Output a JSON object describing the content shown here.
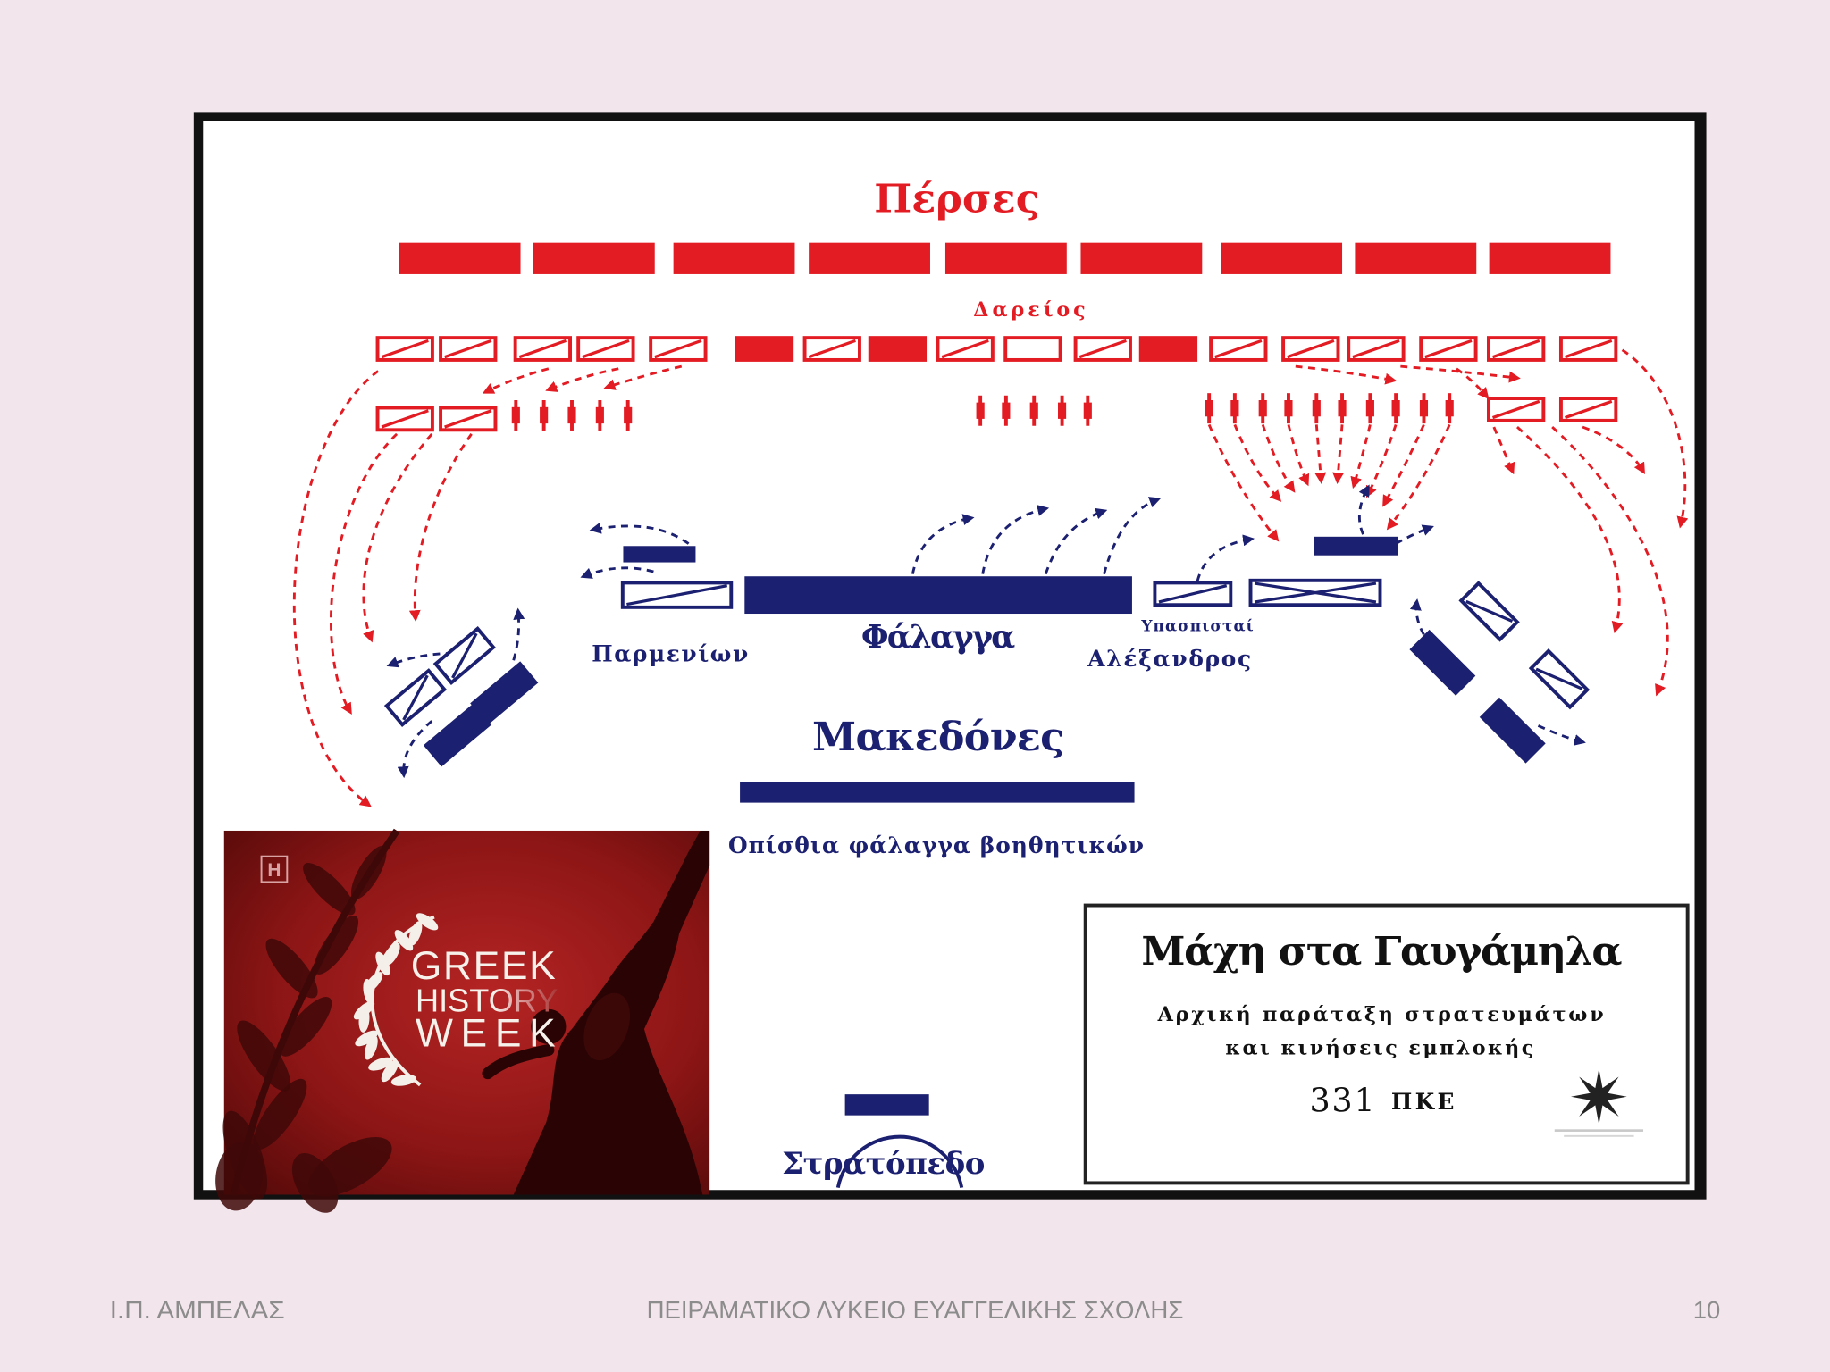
{
  "slide": {
    "background_color": "#f2e5ec",
    "footer": {
      "author": "Ι.Π. ΑΜΠΕΛΑΣ",
      "school": "ΠΕΙΡΑΜΑΤΙΚΟ ΛΥΚΕΙΟ ΕΥΑΓΓΕΛΙΚΗΣ ΣΧΟΛΗΣ",
      "page_number": "10"
    }
  },
  "diagram": {
    "colors": {
      "persian": "#e31b23",
      "macedonian": "#1c2070",
      "frame": "#111111"
    },
    "persians": {
      "title": "Πέρσες",
      "king": "Δαρείος"
    },
    "macedonians": {
      "title": "Μακεδόνες",
      "phalanx": "Φάλαγγα",
      "parmenion": "Παρμενίων",
      "hypaspists": "Υπασπισταί",
      "alexander": "Αλέξανδρος",
      "rear_phalanx": "Οπίσθια φάλαγγα βοηθητικών",
      "camp": "Στρατόπεδο"
    },
    "title_box": {
      "title": "Μάχη στα Γαυγάμηλα",
      "subtitle_line1": "Αρχική παράταξη στρατευμάτων",
      "subtitle_line2": "και κινήσεις εμπλοκής",
      "year": "331",
      "era": "ΠΚΕ",
      "emblem_icon": "star-emblem-icon"
    }
  },
  "video": {
    "channel_logo": "H",
    "title_line1": "GREEK",
    "title_line2": "HISTORY",
    "title_line3": "WEEK",
    "wreath_icon": "laurel-wreath-icon"
  }
}
